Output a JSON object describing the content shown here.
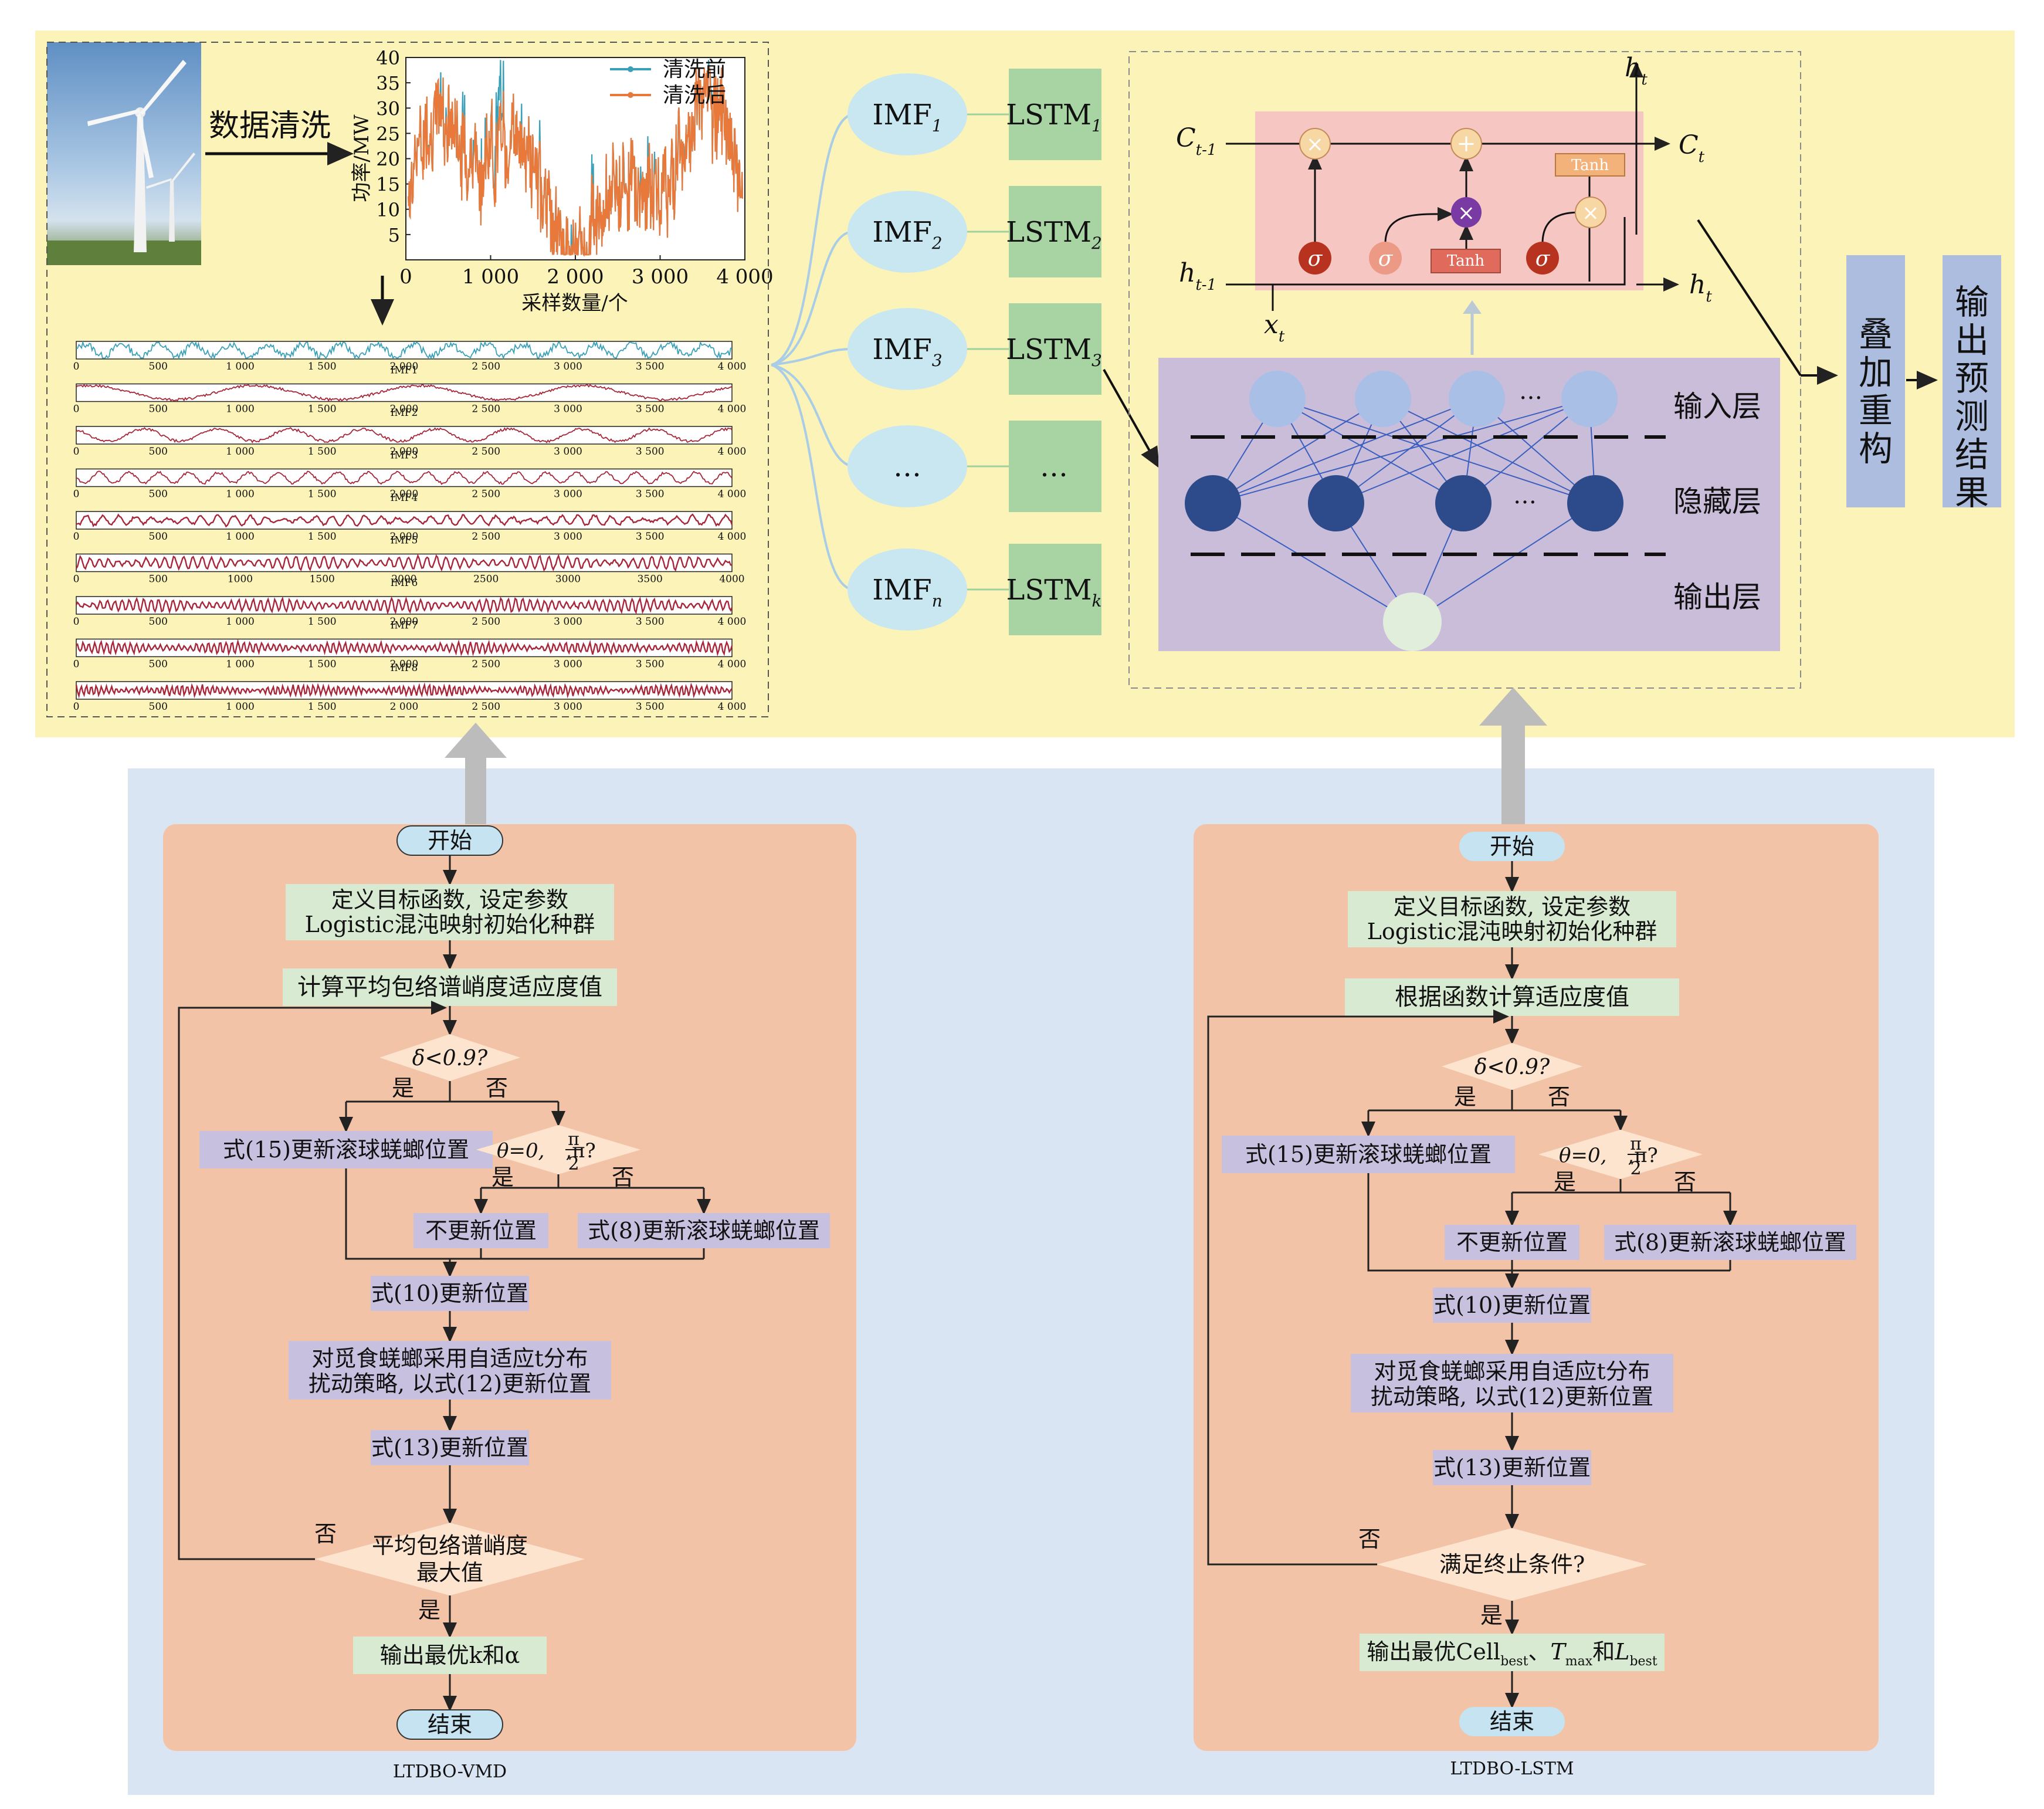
{
  "cleaning": {
    "label": "数据清洗",
    "chart": {
      "legend": [
        "清洗前",
        "清洗后"
      ],
      "ylabel": "功率/MW",
      "xlabel": "采样数量/个",
      "yticks": [
        "40",
        "35",
        "30",
        "25",
        "20",
        "15",
        "10",
        "5"
      ],
      "xticks": [
        "0",
        "1 000",
        "2 000",
        "3 000",
        "4 000"
      ]
    },
    "colors": {
      "before": "#3aa0b8",
      "after": "#e8793a"
    }
  },
  "decomp": {
    "rows": [
      "IMF1",
      "IMF2",
      "IMF3",
      "IMF4",
      "IMF5",
      "IMF6",
      "IMF7",
      "IMF8"
    ],
    "xticks_pattern": [
      "0",
      "500",
      "1 000",
      "1 500",
      "2 000",
      "2 500",
      "3 000",
      "3 500",
      "4 000"
    ],
    "xticks_plain": [
      "0",
      "500",
      "1000",
      "1500",
      "2000",
      "2500",
      "3000",
      "3500",
      "4000"
    ]
  },
  "imf_nodes": [
    {
      "imf_main": "IMF",
      "imf_sub": "1",
      "lstm_main": "LSTM",
      "lstm_sub": "1"
    },
    {
      "imf_main": "IMF",
      "imf_sub": "2",
      "lstm_main": "LSTM",
      "lstm_sub": "2"
    },
    {
      "imf_main": "IMF",
      "imf_sub": "3",
      "lstm_main": "LSTM",
      "lstm_sub": "3"
    },
    {
      "imf_main": "…",
      "imf_sub": "",
      "lstm_main": "…",
      "lstm_sub": ""
    },
    {
      "imf_main": "IMF",
      "imf_sub": "n",
      "lstm_main": "LSTM",
      "lstm_sub": "k"
    }
  ],
  "lstm_cell": {
    "c_prev": "C",
    "c_prev_sub": "t-1",
    "c_next": "C",
    "c_next_sub": "t",
    "h_prev": "h",
    "h_prev_sub": "t-1",
    "h_next": "h",
    "h_next_sub": "t",
    "h_top": "h",
    "h_top_sub": "t",
    "x": "x",
    "x_sub": "t",
    "sigma": "σ",
    "tanh": "Tanh",
    "times": "×",
    "plus": "+"
  },
  "network": {
    "input_layer": "输入层",
    "hidden_layer": "隐藏层",
    "output_layer": "输出层",
    "dots": "…"
  },
  "superpose": "叠加重构",
  "output": "输出预测结果",
  "flow_vmd": {
    "caption": "LTDBO-VMD",
    "start": "开始",
    "define_1": "定义目标函数, 设定参数",
    "define_2": "Logistic混沌映射初始化种群",
    "compute": "计算平均包络谱峭度适应度值",
    "delta": "δ<0.9?",
    "yes": "是",
    "no": "否",
    "eq15": "式(15)更新滚球蜣螂位置",
    "theta": "θ=0,π/2,π?",
    "theta_pre": "θ=0,",
    "theta_num": "π",
    "theta_den": "2",
    "theta_post": ",π?",
    "no_update": "不更新位置",
    "eq8": "式(8)更新滚球蜣螂位置",
    "eq10": "式(10)更新位置",
    "forage_1": "对觅食蜣螂采用自适应t分布",
    "forage_2": "扰动策略, 以式(12)更新位置",
    "eq13": "式(13)更新位置",
    "stop_1": "平均包络谱峭度",
    "stop_2": "最大值",
    "output": "输出最优k和α",
    "end": "结束"
  },
  "flow_lstm": {
    "caption": "LTDBO-LSTM",
    "start": "开始",
    "define_1": "定义目标函数, 设定参数",
    "define_2": "Logistic混沌映射初始化种群",
    "compute": "根据函数计算适应度值",
    "delta": "δ<0.9?",
    "yes": "是",
    "no": "否",
    "eq15": "式(15)更新滚球蜣螂位置",
    "theta": "θ=0,π/2,π?",
    "theta_pre": "θ=0,",
    "theta_num": "π",
    "theta_den": "2",
    "theta_post": ",π?",
    "no_update": "不更新位置",
    "eq8": "式(8)更新滚球蜣螂位置",
    "eq10": "式(10)更新位置",
    "forage_1": "对觅食蜣螂采用自适应t分布",
    "forage_2": "扰动策略, 以式(12)更新位置",
    "eq13": "式(13)更新位置",
    "stop": "满足终止条件?",
    "output": "输出最优Cell_best、T_max和L_best",
    "out_a": "输出最优Cell",
    "out_b": "best",
    "out_c": "、",
    "out_d": "T",
    "out_e": "max",
    "out_f": "和",
    "out_g": "L",
    "out_h": "best",
    "end": "结束"
  }
}
